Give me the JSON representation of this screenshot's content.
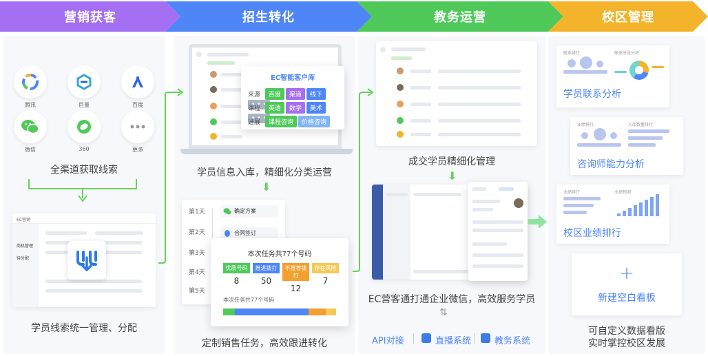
{
  "stages": [
    "营销获客",
    "招生转化",
    "教务运营",
    "校区管理"
  ],
  "channels": [
    {
      "label": "腾讯",
      "icon": "tencent-icon"
    },
    {
      "label": "巨量",
      "icon": "juliang-icon"
    },
    {
      "label": "百度",
      "icon": "baidu-icon"
    },
    {
      "label": "微信",
      "icon": "wechat-icon"
    },
    {
      "label": "360",
      "icon": "360-icon"
    },
    {
      "label": "更多",
      "icon": "more-icon"
    }
  ],
  "col1": {
    "caption_top": "全渠道获取线索",
    "caption_bottom": "学员线索统一管理、分配",
    "mini_app_title": "EC营销",
    "mini_menu": [
      "商机管理",
      "待分配"
    ]
  },
  "col2": {
    "crm_title": "EC智能客户库",
    "rows": [
      {
        "label": "来源",
        "tags": [
          "百度",
          "渠道",
          "线下",
          "• • •"
        ]
      },
      {
        "label": "课程",
        "tags": [
          "英语",
          "数学",
          "美术",
          "• • •"
        ]
      },
      {
        "label": "进展",
        "tags": [
          "课程咨询",
          "价格咨询"
        ]
      }
    ],
    "caption_mid": "学员信息入库，精细化分类运营",
    "days": [
      "第1天",
      "第2天",
      "第3天",
      "第4天",
      "第5天"
    ],
    "events": [
      "确定方案",
      "合同签订"
    ],
    "task_title": "本次任务共77个号码",
    "stats": [
      {
        "label": "优质号码",
        "value": "8",
        "color": "#4ec95a"
      },
      {
        "label": "推进拨打",
        "value": "50",
        "color": "#4e86f7"
      },
      {
        "label": "不推荐拨打",
        "value": "12",
        "color": "#f3a02c"
      },
      {
        "label": "存在风险",
        "value": "7",
        "color": "#f3c95a"
      }
    ],
    "task_sub": "本次任务共77个号码",
    "caption_bottom": "定制销售任务，高效跟进转化"
  },
  "col3": {
    "caption_mid": "成交学员精细化管理",
    "caption_bottom": "EC营客通打通企业微信，高效服务学员",
    "links": [
      "API对接",
      "直播系统",
      "教务系统"
    ]
  },
  "col4": {
    "cards": [
      {
        "title": "学员联系分析",
        "l1": "联系排行",
        "l2": "联系时段分析"
      },
      {
        "title": "咨询师能力分析",
        "l1": "业绩排行",
        "l2": "入库数量排行"
      },
      {
        "title": "校区业绩排行",
        "l1": "业绩排行",
        "l2": "业绩预测"
      }
    ],
    "new_board": "新建空白看板",
    "plus": "+",
    "caption_bottom_1": "可自定义数据看版",
    "caption_bottom_2": "实时掌控校区发展"
  },
  "colors": {
    "purple": "#a46ff2",
    "blue": "#4e86f7",
    "green": "#4ec95a",
    "orange": "#f3b42c"
  }
}
